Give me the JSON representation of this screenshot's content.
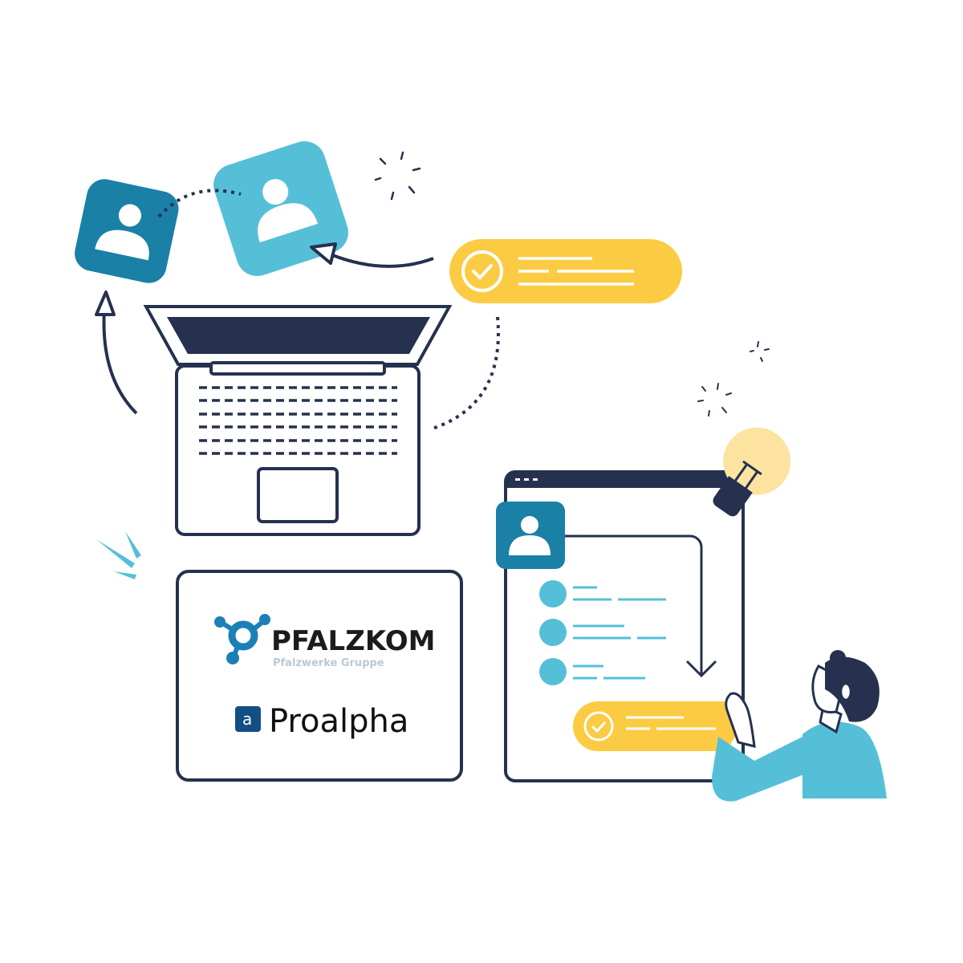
{
  "logos": {
    "pfalzkom": {
      "name": "PFALZKOM",
      "tagline": "Pfalzwerke Gruppe"
    },
    "proalpha": {
      "name": "Proalpha",
      "mark": "a"
    }
  },
  "colors": {
    "navy": "#26314f",
    "teal": "#1a80a6",
    "sky": "#55bfd8",
    "yellow": "#fbcb43",
    "bulb": "#fde3a0",
    "pfalzkom_blue": "#1b7fb8",
    "pfalzkom_gray": "#b9c9d6",
    "proalpha_blue": "#134f84"
  }
}
